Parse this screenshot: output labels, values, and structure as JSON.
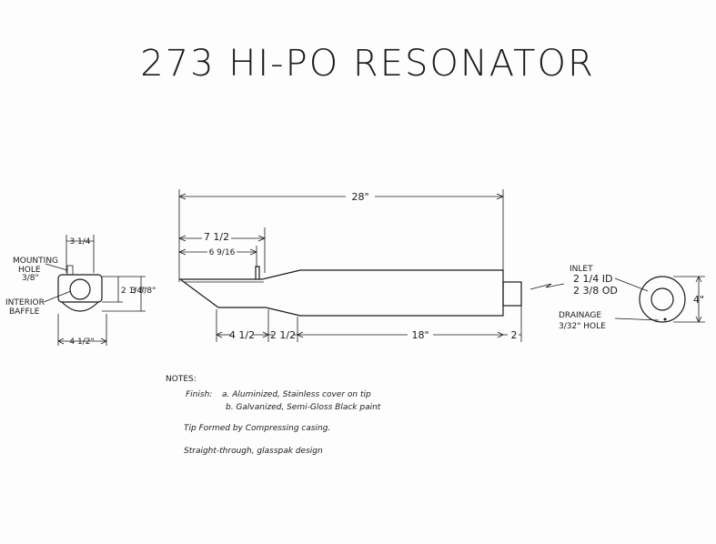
{
  "title": "273 HI-PO RESONATOR",
  "dimensions": {
    "overall_length": "28\"",
    "tip_to_mount_a": "7 1/2",
    "tip_to_mount_b": "6 9/16",
    "seg_tip": "4 1/2",
    "seg_taper": "2 1/2",
    "seg_body": "18\"",
    "seg_inlet": "2",
    "end_width_top": "3 1/4",
    "end_height_inner": "2 1/4\"",
    "end_height_outer": "3 5/8\"",
    "end_width_bottom": "4 1/2\"",
    "round_diameter": "4\""
  },
  "labels": {
    "mounting_hole_1": "MOUNTING",
    "mounting_hole_2": "HOLE",
    "mounting_hole_3": "3/8\"",
    "interior_1": "INTERIOR",
    "interior_2": "BAFFLE",
    "inlet_1": "INLET",
    "inlet_2": "2 1/4 ID",
    "inlet_3": "2 3/8 OD",
    "drainage_1": "DRAINAGE",
    "drainage_2": "3/32\" HOLE"
  },
  "notes": {
    "heading": "NOTES:",
    "finish_label": "Finish:",
    "finish_a": "a. Aluminized, Stainless cover on tip",
    "finish_b": "b. Galvanized, Semi-Gloss Black paint",
    "tip": "Tip Formed by Compressing casing.",
    "design": "Straight-through, glasspak design"
  }
}
